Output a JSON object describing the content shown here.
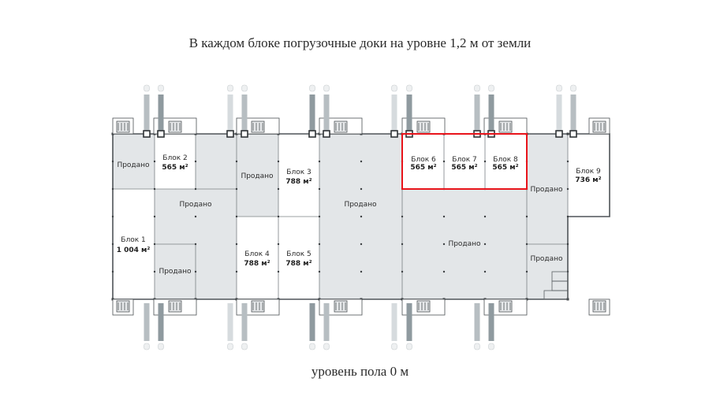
{
  "caption_top": "В каждом блоке погрузочные доки на уровне 1,2 м от земли",
  "caption_bottom": "уровень пола 0 м",
  "colors": {
    "sold": "#e3e6e8",
    "available": "#ffffff",
    "wall": "#555a5e",
    "highlight": "#e8141b",
    "dock_light": "#d6dbde",
    "dock_mid": "#b7bec2",
    "dock_dark": "#8f9a9f"
  },
  "sold_label": "Продано",
  "blocks": [
    {
      "id": "block-1",
      "name": "Блок 1",
      "area": "1 004 м²",
      "status": "available"
    },
    {
      "id": "block-2",
      "name": "Блок 2",
      "area": "565 м²",
      "status": "available"
    },
    {
      "id": "block-3",
      "name": "Блок 3",
      "area": "788 м²",
      "status": "available"
    },
    {
      "id": "block-4",
      "name": "Блок 4",
      "area": "788 м²",
      "status": "available"
    },
    {
      "id": "block-5",
      "name": "Блок 5",
      "area": "788 м²",
      "status": "available"
    },
    {
      "id": "block-6",
      "name": "Блок 6",
      "area": "565 м²",
      "status": "available",
      "highlighted": true
    },
    {
      "id": "block-7",
      "name": "Блок 7",
      "area": "565 м²",
      "status": "available",
      "highlighted": true
    },
    {
      "id": "block-8",
      "name": "Блок 8",
      "area": "565 м²",
      "status": "available",
      "highlighted": true
    },
    {
      "id": "block-9",
      "name": "Блок 9",
      "area": "736 м²",
      "status": "available"
    }
  ],
  "sold_zones_count": 9
}
